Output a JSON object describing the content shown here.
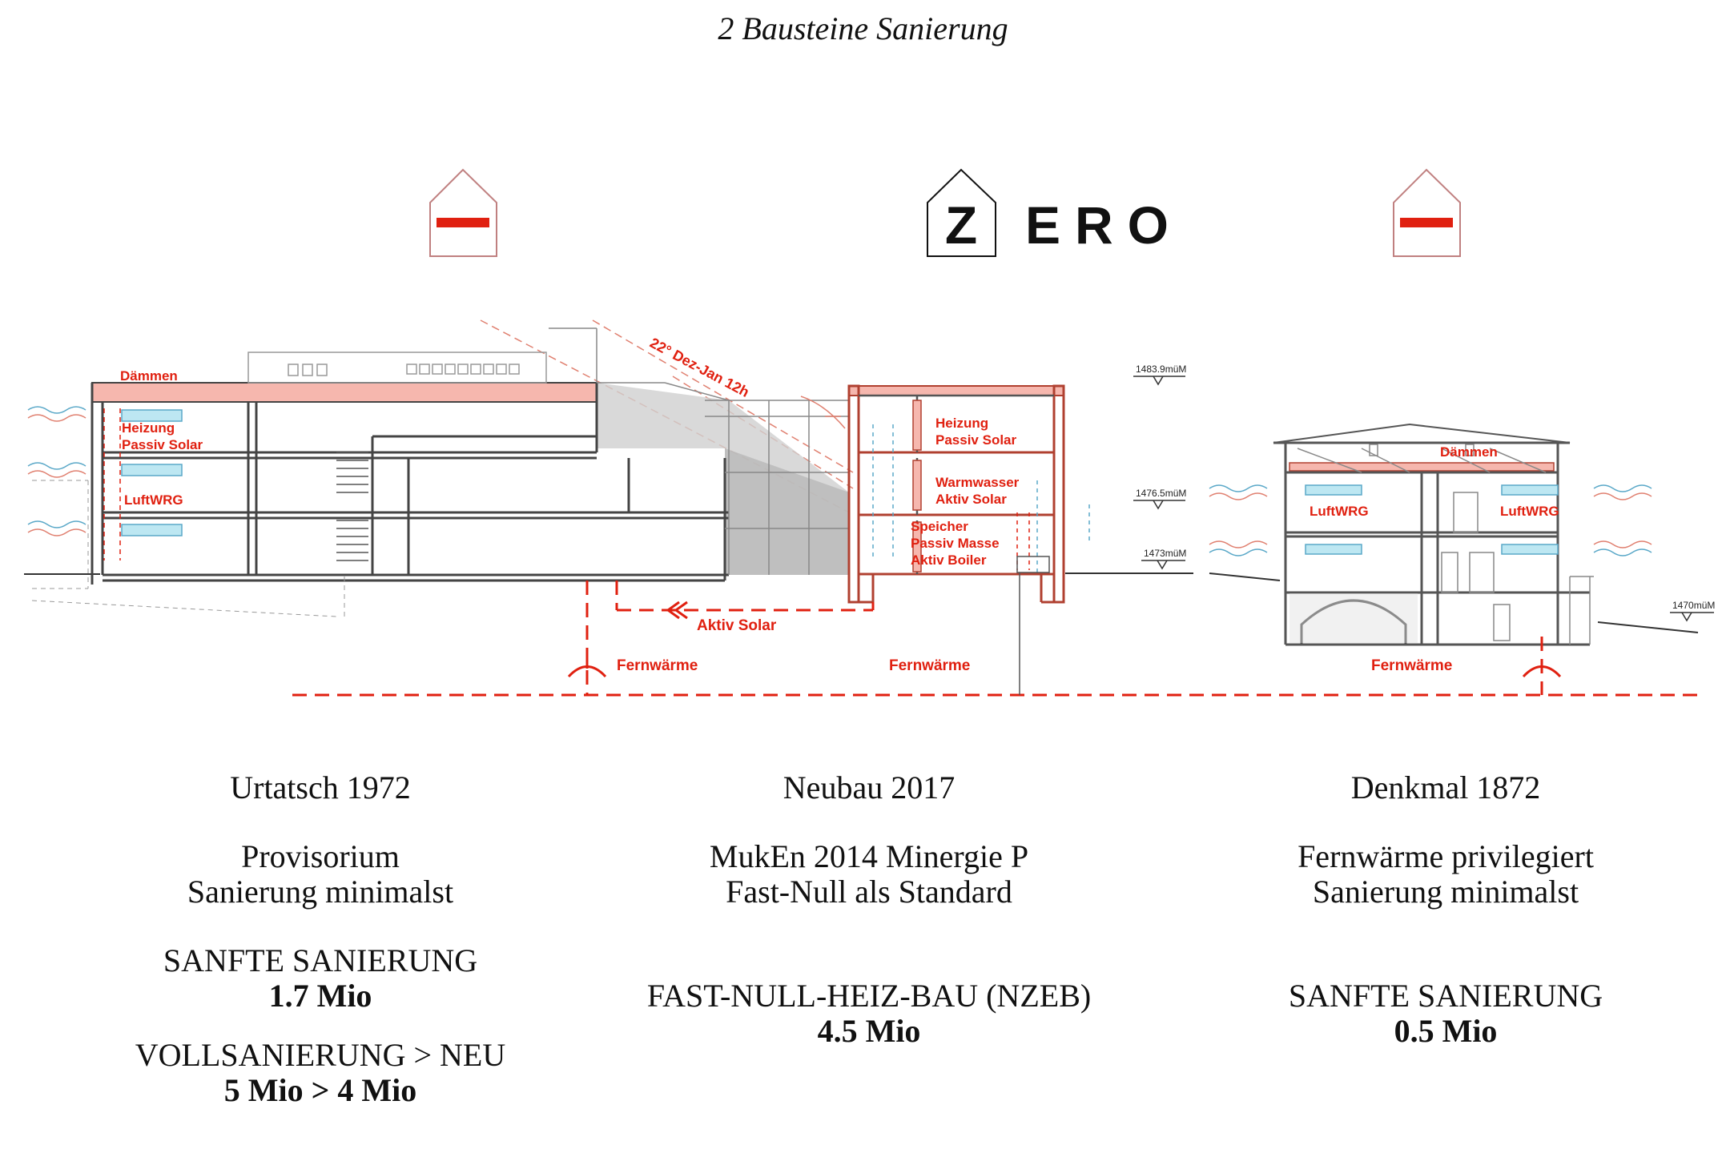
{
  "title": "2 Bausteine Sanierung",
  "zero_logo": {
    "letter_z": "Z",
    "letters_rest": "ERO"
  },
  "labels": {
    "daemmen_left": "Dämmen",
    "heizung_left_1": "Heizung",
    "heizung_left_2": "Passiv Solar",
    "luftwrg_left": "LuftWRG",
    "sun_angle": "22° Dez-Jan 12h",
    "heizung_mid_1": "Heizung",
    "heizung_mid_2": "Passiv Solar",
    "warmwasser_1": "Warmwasser",
    "warmwasser_2": "Aktiv Solar",
    "speicher_1": "Speicher",
    "speicher_2": "Passiv Masse",
    "speicher_3": "Aktiv Boiler",
    "aktiv_solar": "Aktiv Solar",
    "fernwaerme_1": "Fernwärme",
    "fernwaerme_2": "Fernwärme",
    "fernwaerme_3": "Fernwärme",
    "daemmen_right": "Dämmen",
    "luftwrg_right_1": "LuftWRG",
    "luftwrg_right_2": "LuftWRG",
    "level_1": "1483.9müM",
    "level_2": "1476.5müM",
    "level_3": "1473müM",
    "level_4": "1470müM"
  },
  "columns": [
    {
      "heading": "Urtatsch 1972",
      "line1": "Provisorium",
      "line2": "Sanierung minimalst",
      "option1": "SANFTE SANIERUNG",
      "cost1": "1.7 Mio",
      "option2": "VOLLSANIERUNG > NEU",
      "cost2": "5 Mio > 4 Mio"
    },
    {
      "heading": "Neubau 2017",
      "line1": "MukEn 2014 Minergie P",
      "line2": "Fast-Null als Standard",
      "option1": "FAST-NULL-HEIZ-BAU (NZEB)",
      "cost1": "4.5 Mio"
    },
    {
      "heading": "Denkmal 1872",
      "line1": "Fernwärme privilegiert",
      "line2": "Sanierung minimalst",
      "option1": "SANFTE SANIERUNG",
      "cost1": "0.5 Mio"
    }
  ],
  "colors": {
    "accent_red": "#e02010",
    "fill_red": "#f6b7ae",
    "line_gray": "#555555",
    "blue": "#5aa8c8"
  }
}
